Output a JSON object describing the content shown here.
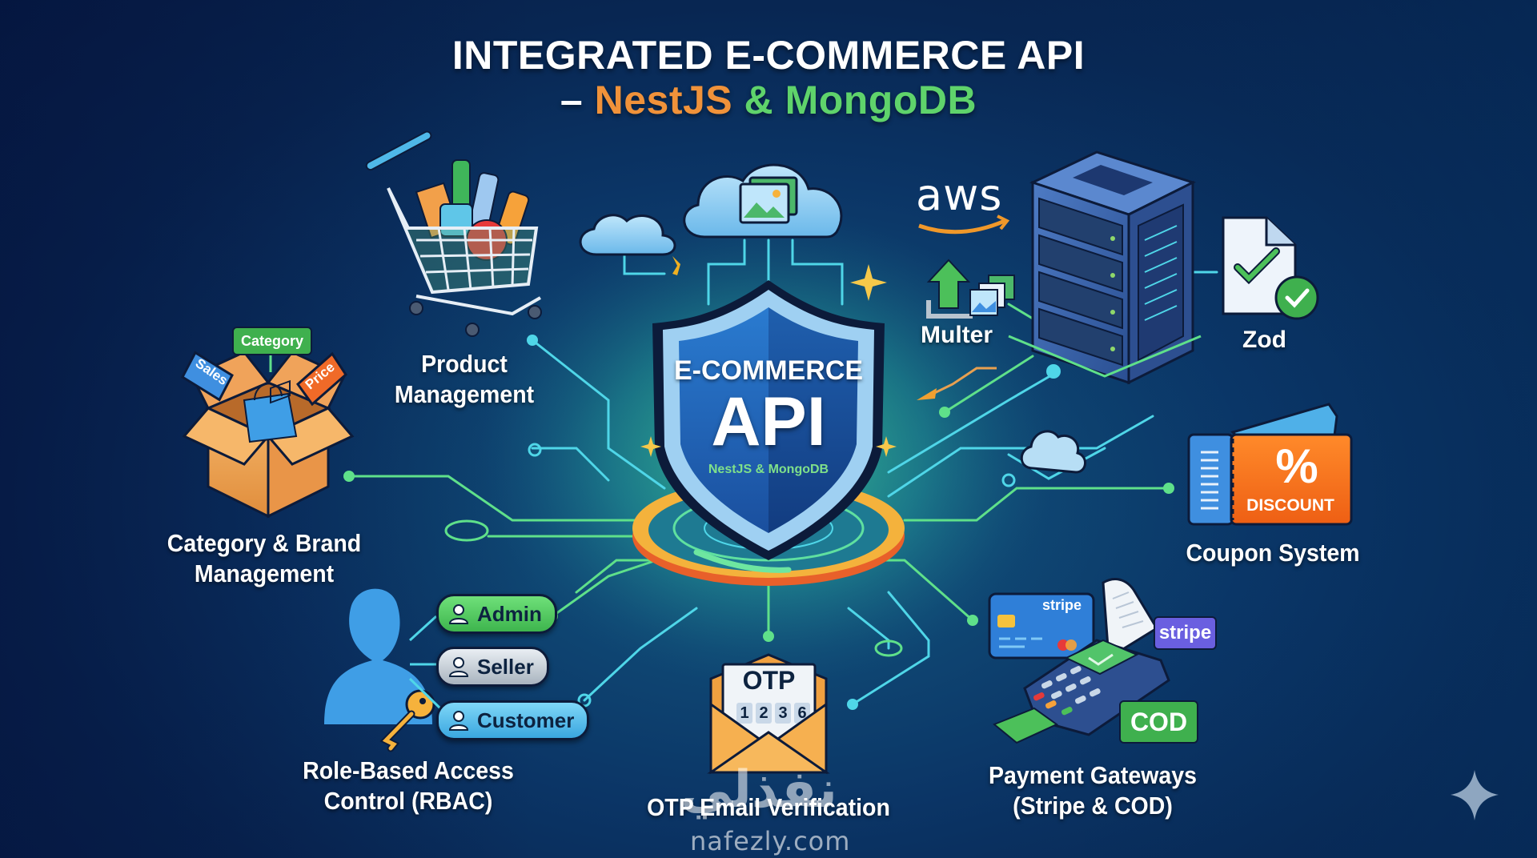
{
  "title": {
    "line1": "INTEGRATED E-COMMERCE API",
    "dash": "–",
    "nest": "NestJS",
    "amp": "&",
    "mongo": "MongoDB"
  },
  "core": {
    "top_text": "E-COMMERCE",
    "main_text": "API",
    "sub_text": "NestJS & MongoDB"
  },
  "modules": {
    "product": {
      "line1": "Product",
      "line2": "Management",
      "icon": "shopping-cart-icon"
    },
    "category": {
      "line1": "Category & Brand",
      "line2": "Management",
      "icon": "open-box-icon",
      "tags": {
        "category": "Category",
        "sales": "Sales",
        "price": "Price"
      }
    },
    "rbac": {
      "line1": "Role-Based Access",
      "line2": "Control (RBAC)",
      "icon": "user-key-icon",
      "roles": [
        "Admin",
        "Seller",
        "Customer"
      ]
    },
    "otp": {
      "label": "OTP Email Verification",
      "icon_title": "OTP",
      "digits": [
        "1",
        "2",
        "3",
        "6"
      ],
      "icon": "envelope-icon"
    },
    "payment": {
      "line1": "Payment Gateways",
      "line2": "(Stripe & COD)",
      "card_brand": "stripe",
      "badge_stripe": "stripe",
      "badge_cod": "COD",
      "icon": "pos-terminal-icon"
    },
    "coupon": {
      "label": "Coupon System",
      "percent": "%",
      "discount": "DISCOUNT",
      "icon": "ticket-icon"
    },
    "zod": {
      "label": "Zod",
      "icon": "document-check-icon"
    },
    "multer": {
      "label": "Multer",
      "icon": "upload-icon"
    },
    "aws": {
      "label": "aws",
      "icon": "server-icon"
    }
  },
  "watermark": {
    "arabic": "نفذلي",
    "site": "nafezly.com"
  },
  "colors": {
    "background": "#0b3566",
    "orange": "#f0923a",
    "green": "#5fd36b",
    "cyan": "#4fd6e8",
    "shield_blue": "#1f5fae"
  }
}
